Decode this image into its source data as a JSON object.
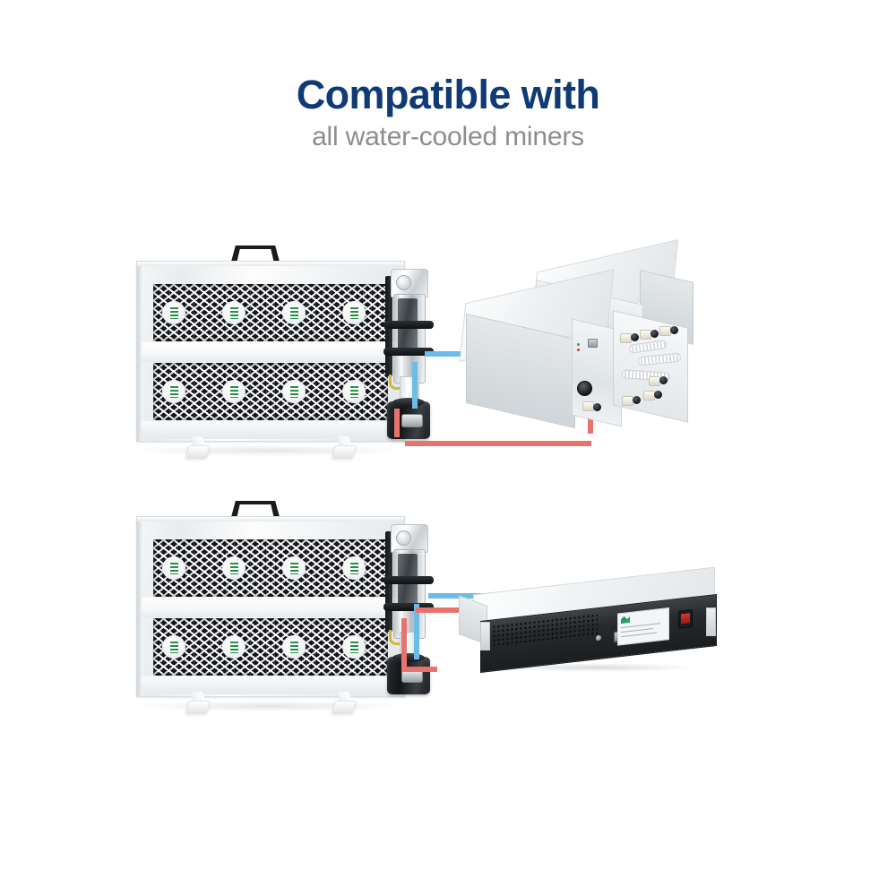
{
  "header": {
    "headline": "Compatible with",
    "subhead": "all water-cooled miners",
    "headline_color": "#103a75",
    "subhead_color": "#8d8d8d"
  },
  "palette": {
    "background": "#ffffff",
    "hose_cold": "#6cbce8",
    "hose_hot": "#e8736e",
    "metal_light": "#f2f5f6",
    "metal_mid": "#dfe4e7",
    "mesh_dark": "#15171a",
    "fan_logo_green": "#1f8a3e",
    "switch_red": "#e0362c",
    "led_green": "#2faa4a",
    "led_red": "#d6392f"
  },
  "diagrams": [
    {
      "id": "setup-top",
      "name": "radiator-with-stacked-water-cooled-miners",
      "radiator": {
        "name": "water-cooling-radiator",
        "handle": "carry-handle",
        "mesh_rows": 2,
        "fans_per_row": 4,
        "fan_total": 8,
        "feet": 2
      },
      "pump": {
        "name": "pump-and-reservoir",
        "reservoir_bands": 2,
        "motor": "pump-motor"
      },
      "devices": [
        {
          "name": "miner-unit-front",
          "type": "water-cooled-miner",
          "ports": 8,
          "has_ethernet": true,
          "has_knob": true
        },
        {
          "name": "miner-unit-rear",
          "type": "water-cooled-miner",
          "ports": 0,
          "has_ethernet": false,
          "has_knob": false
        }
      ],
      "hoses": [
        {
          "name": "cold-water-hose",
          "color": "#6cbce8",
          "role": "inlet"
        },
        {
          "name": "hot-water-hose",
          "color": "#e8736e",
          "role": "outlet"
        }
      ]
    },
    {
      "id": "setup-bottom",
      "name": "radiator-with-rackmount-psu",
      "radiator": {
        "name": "water-cooling-radiator",
        "handle": "carry-handle",
        "mesh_rows": 2,
        "fans_per_row": 4,
        "fan_total": 8,
        "feet": 2
      },
      "pump": {
        "name": "pump-and-reservoir",
        "reservoir_bands": 2,
        "motor": "pump-motor"
      },
      "devices": [
        {
          "name": "rackmount-power-supply",
          "type": "rack-psu",
          "has_vent_grille": true,
          "has_label": true,
          "has_power_switch": true,
          "switch_color": "#e0362c"
        }
      ],
      "hoses": [
        {
          "name": "cold-water-hose",
          "color": "#6cbce8",
          "role": "inlet"
        },
        {
          "name": "hot-water-hose",
          "color": "#e8736e",
          "role": "outlet"
        }
      ]
    }
  ]
}
